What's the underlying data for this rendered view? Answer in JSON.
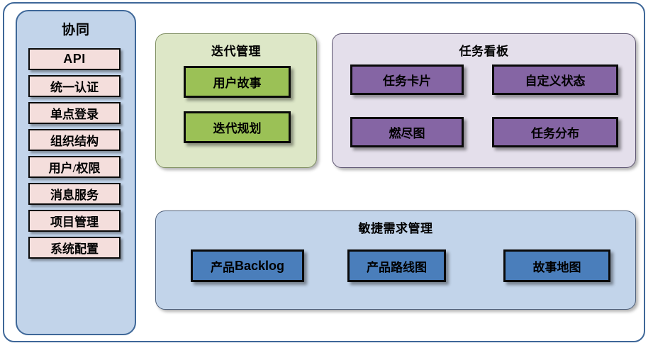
{
  "colors": {
    "frame_border": "#3e6798",
    "sidebar_bg": "#c2d4ea",
    "sidebar_item_bg": "#f4dedc",
    "iteration_panel_bg": "#dde7c7",
    "iteration_node_bg": "#9bc156",
    "taskboard_panel_bg": "#e4dfeb",
    "taskboard_node_bg": "#8565a4",
    "agile_panel_bg": "#c2d4ea",
    "agile_node_bg": "#4a7ebb",
    "node_border": "#0a0a0a"
  },
  "sidebar": {
    "title": "协同",
    "items": [
      {
        "label": "API"
      },
      {
        "label": "统一认证"
      },
      {
        "label": "单点登录"
      },
      {
        "label": "组织结构"
      },
      {
        "label": "用户/权限"
      },
      {
        "label": "消息服务"
      },
      {
        "label": "项目管理"
      },
      {
        "label": "系统配置"
      }
    ]
  },
  "panels": {
    "iteration": {
      "title": "迭代管理",
      "nodes": [
        {
          "label": "用户故事"
        },
        {
          "label": "迭代规划"
        }
      ]
    },
    "taskboard": {
      "title": "任务看板",
      "nodes": [
        {
          "label": "任务卡片"
        },
        {
          "label": "自定义状态"
        },
        {
          "label": "燃尽图"
        },
        {
          "label": "任务分布"
        }
      ]
    },
    "agile": {
      "title": "敏捷需求管理",
      "nodes": [
        {
          "label_cn": "产品",
          "label_en": "Backlog"
        },
        {
          "label": "产品路线图"
        },
        {
          "label": "故事地图"
        }
      ]
    }
  }
}
